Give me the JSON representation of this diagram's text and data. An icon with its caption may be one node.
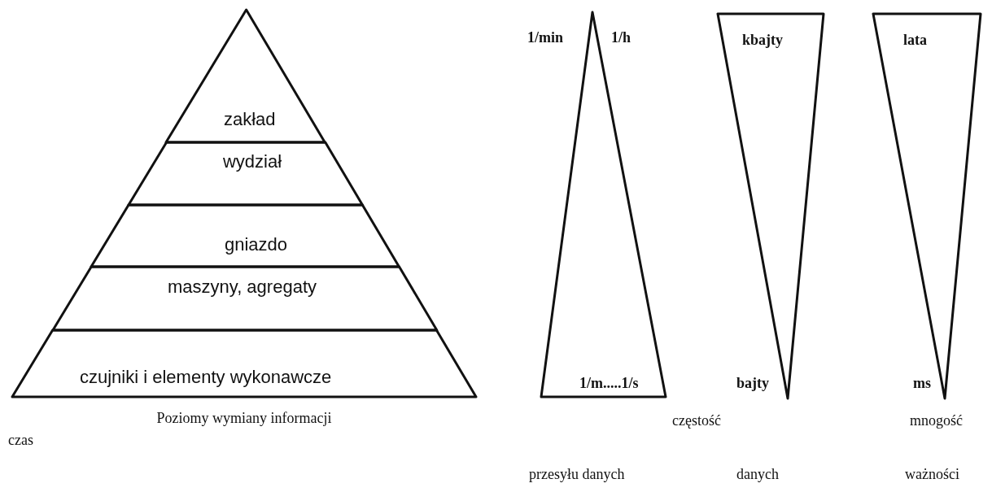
{
  "diagram": {
    "caption": "Poziomy wymiany informacji",
    "nodes": [
      {
        "text": [
          "zakład"
        ]
      },
      {
        "text": [
          "wydział"
        ]
      },
      {
        "text": [
          "gniazdo"
        ]
      },
      {
        "text": [
          "maszyny, agregaty"
        ]
      },
      {
        "text": [
          "czujniki i elementy wykonawcze"
        ]
      },
      {
        "text": [
          "1/m.....1/s"
        ]
      },
      {
        "text": [
          "kbajty",
          "bajty"
        ]
      },
      {
        "text": [
          "lata",
          "ms"
        ]
      }
    ],
    "edges": [],
    "labels": [
      "1/min",
      "1/h",
      "czas",
      "częstość",
      "mnogość",
      "przesyłu danych",
      "danych",
      "ważności"
    ]
  }
}
